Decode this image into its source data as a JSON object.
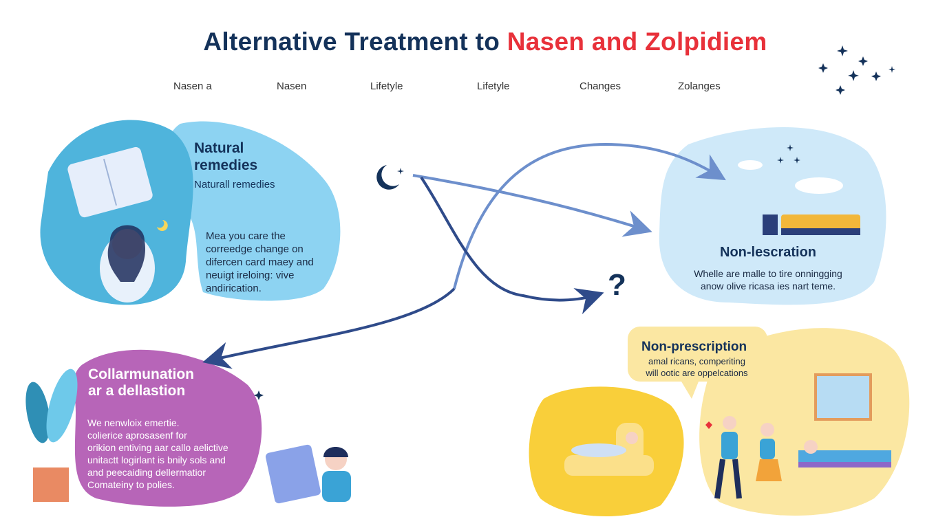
{
  "title": {
    "part1": "Alternative Treatment to ",
    "part2": "Nasen and Zolpidiem",
    "accent": "#e8313a",
    "primary": "#14325a"
  },
  "nav": [
    "Nasen a",
    "Nasen",
    "Lifetyle",
    "Lifetyle",
    "Changes",
    "Zolanges"
  ],
  "natural": {
    "heading": "Natural remedies",
    "subheading": "Naturall remedies",
    "body": [
      "Mea you care the",
      "correedge change on",
      "difercen card maey and",
      "neuigt ireloing: vive",
      "andirication."
    ],
    "color": "#8dd3f2"
  },
  "nonlescration": {
    "heading": "Non-lescration",
    "body": [
      "Whelle are malle to tire onningging",
      "anow olive ricasa ies nart teme."
    ],
    "color": "#cfe9f9"
  },
  "collar": {
    "heading": [
      "Collarmunation",
      "ar a dellastion"
    ],
    "body": [
      "We nenwloix emertie.",
      "colierice aprosasenf for",
      "orikion entiving aar callo aelictive",
      "unitactt logirlant is bnily sols and",
      "and peecaiding dellermatior",
      "Comateiny to polies."
    ],
    "color": "#b765b8"
  },
  "nonprescription": {
    "heading": "Non-prescription",
    "body": [
      "amal ricans, comperiting",
      "will ootic are oppelcations"
    ],
    "color": "#fbe7a2"
  },
  "question_mark": "?"
}
